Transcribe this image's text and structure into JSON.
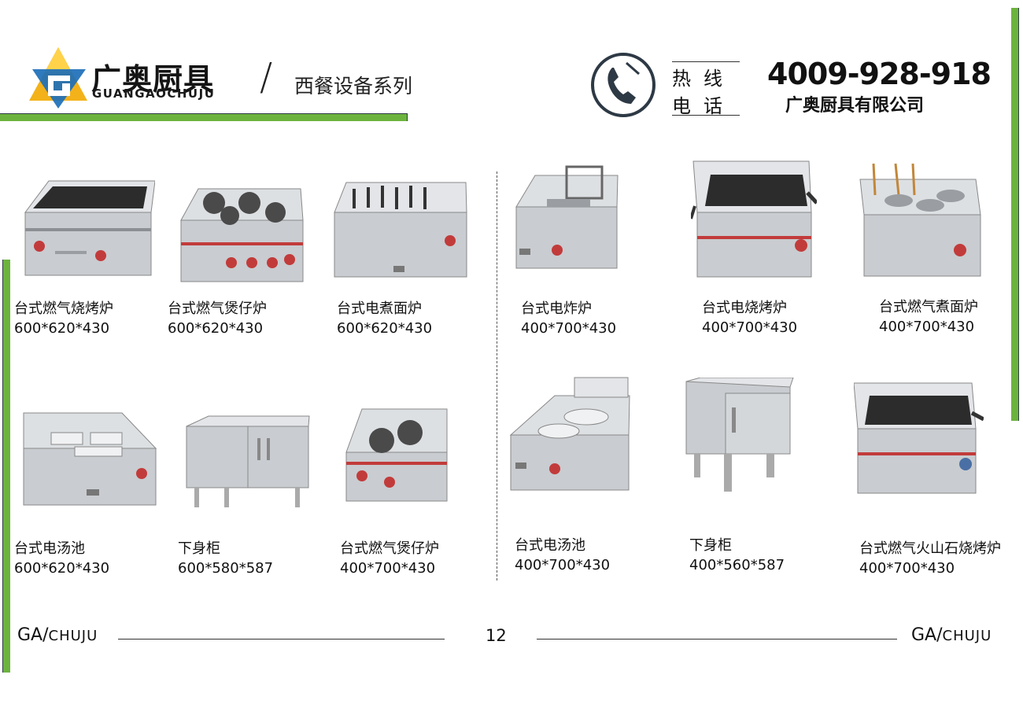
{
  "header": {
    "brand_cn": "广奥厨具",
    "brand_en": "GUANGAOCHUJU",
    "separator": "/",
    "series_title": "西餐设备系列",
    "hotline_line1": "热线",
    "hotline_line2": "电话",
    "phone_number": "4009-928-918",
    "company_name": "广奥厨具有限公司"
  },
  "products": [
    {
      "name": "台式燃气烧烤炉",
      "size": "600*620*430"
    },
    {
      "name": "台式燃气煲仔炉",
      "size": "600*620*430"
    },
    {
      "name": "台式电煮面炉",
      "size": "600*620*430"
    },
    {
      "name": "台式电炸炉",
      "size": "400*700*430"
    },
    {
      "name": "台式电烧烤炉",
      "size": "400*700*430"
    },
    {
      "name": "台式燃气煮面炉",
      "size": "400*700*430"
    },
    {
      "name": "台式电汤池",
      "size": "600*620*430"
    },
    {
      "name": "下身柜",
      "size": "600*580*587"
    },
    {
      "name": "台式燃气煲仔炉",
      "size": "400*700*430"
    },
    {
      "name": "台式电汤池",
      "size": "400*700*430"
    },
    {
      "name": "下身柜",
      "size": "400*560*587"
    },
    {
      "name": "台式燃气火山石烧烤炉",
      "size": "400*700*430"
    }
  ],
  "footer": {
    "left_brand": "GA/",
    "left_sub": "CHUJU",
    "page_number": "12",
    "right_brand": "GA/",
    "right_sub": "CHUJU"
  },
  "colors": {
    "accent_green": "#6cb33e",
    "logo_blue": "#1d6fb8",
    "logo_yellow": "#f3b21a",
    "steel": "#c9ccd0"
  }
}
